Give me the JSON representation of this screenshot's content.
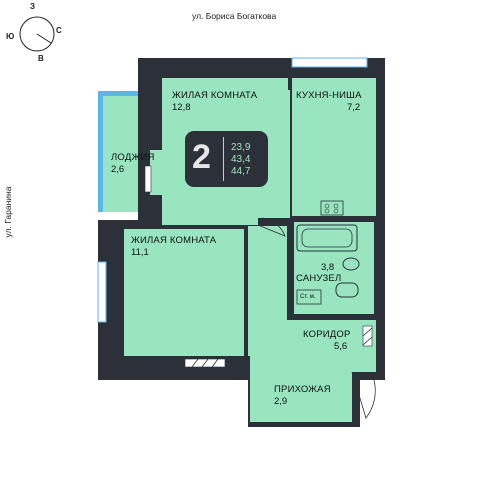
{
  "streets": {
    "top": "ул. Бориса Богаткова",
    "left": "ул. Гаранина"
  },
  "compass": {
    "north": "З",
    "east": "С",
    "west": "Ю",
    "south": "В"
  },
  "badge": {
    "rooms": "2",
    "areas": [
      "23,9",
      "43,4",
      "44,7"
    ]
  },
  "rooms": [
    {
      "name": "ЖИЛАЯ КОМНАТА",
      "area": "12,8"
    },
    {
      "name": "КУХНЯ-НИША",
      "area": "7,2"
    },
    {
      "name": "ЛОДЖИЯ",
      "area": "2,6"
    },
    {
      "name": "ЖИЛАЯ КОМНАТА",
      "area": "11,1"
    },
    {
      "name": "САНУЗЕЛ",
      "area": "3,8"
    },
    {
      "name": "КОРИДОР",
      "area": "5,6"
    },
    {
      "name": "ПРИХОЖАЯ",
      "area": "2,9"
    }
  ],
  "labels": {
    "washer": "Ст. м."
  },
  "colors": {
    "floor": "#98e5c0",
    "wall": "#2b3039",
    "balcony": "#5ab6e6"
  }
}
